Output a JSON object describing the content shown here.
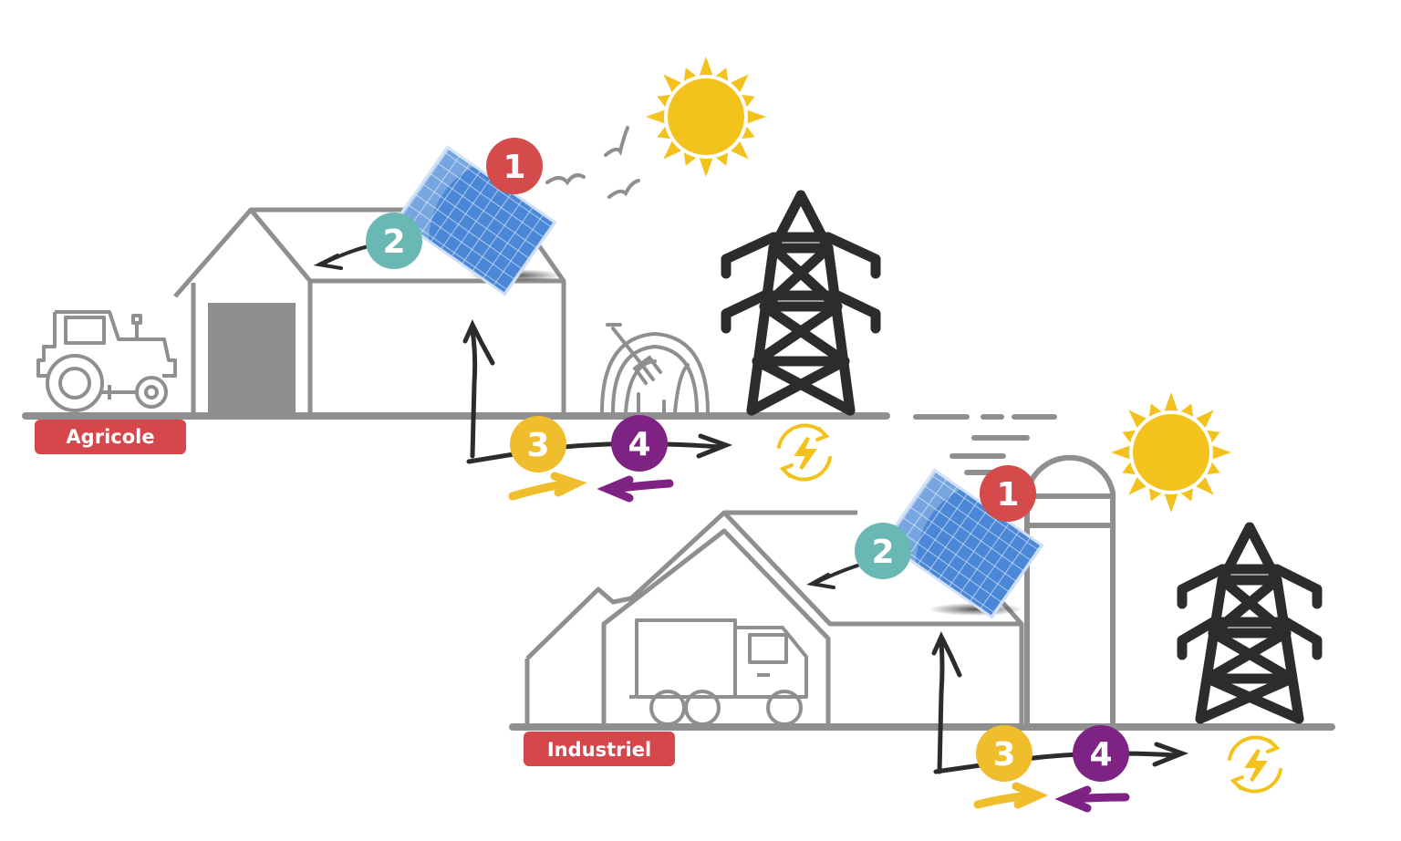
{
  "labels": {
    "agricole": "Agricole",
    "industriel": "Industriel"
  },
  "markers": {
    "m1": "1",
    "m2": "2",
    "m3": "3",
    "m4": "4"
  },
  "colors": {
    "marker1": "#d54a4a",
    "marker2": "#6ab8b4",
    "marker3": "#f0bd2d",
    "marker4": "#7e2383",
    "label_bg": "#d5474b",
    "sun": "#f3c21d",
    "structure": "#8f8f8f",
    "pylon": "#2c2c2c",
    "panel": "#4a87d6"
  },
  "icons": [
    "tractor-icon",
    "hay-bale-icon",
    "pitchfork-icon",
    "truck-icon",
    "silo-icon",
    "pylon-icon",
    "sun-icon",
    "solar-panel-icon",
    "bird-icon",
    "energy-cycle-icon"
  ]
}
